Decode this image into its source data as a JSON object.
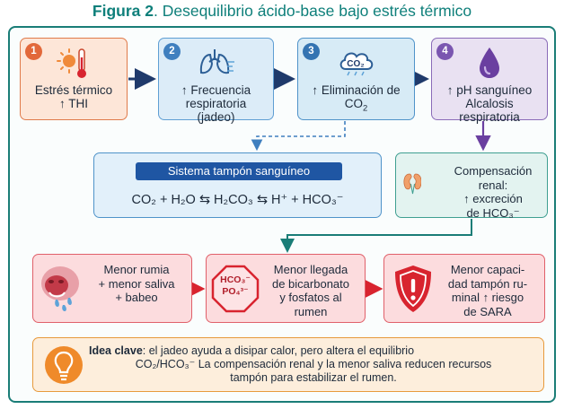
{
  "title": {
    "prefix": "Figura 2",
    "text": ". Desequilibrio ácido-base bajo estrés térmico"
  },
  "steps": [
    {
      "number": "1",
      "line1": "Estrés térmico",
      "line2": "↑ THI",
      "icon": "thermometer-sun-icon"
    },
    {
      "number": "2",
      "line1": "↑ Frecuencia",
      "line2": "respiratoria",
      "line3": "(jadeo)",
      "icon": "lungs-icon"
    },
    {
      "number": "3",
      "line1": "↑ Eliminación de",
      "line2": "CO",
      "line2_sub": "2",
      "icon": "co2-cloud-icon"
    },
    {
      "number": "4",
      "line1": "↑ pH sanguíneo",
      "line2": "Alcalosis",
      "line3": "respiratoria",
      "icon": "drop-icon"
    }
  ],
  "buffer": {
    "title": "Sistema tampón sanguíneo",
    "equation": "CO₂ + H₂O ⇆ H₂CO₃ ⇆ H⁺ + HCO₃⁻"
  },
  "renal": {
    "line1": "Compensación",
    "line2": "renal:",
    "line3": "↑ excreción",
    "line4": "de HCO₃⁻",
    "icon": "kidneys-icon"
  },
  "effects": [
    {
      "line1": "Menor rumia",
      "line2": "+ menor saliva",
      "line3": "+ babeo",
      "icon": "cow-saliva-icon"
    },
    {
      "line1": "Menor llegada",
      "line2": "de bicarbonato",
      "line3": "y fosfatos al",
      "line4": "rumen",
      "icon_line1": "HCO₃⁻",
      "icon_line2": "PO₄³⁻"
    },
    {
      "line1": "Menor capaci-",
      "line2": "dad tampón ru-",
      "line3": "minal ↑ riesgo",
      "line4": "de SARA",
      "icon": "shield-alert-icon"
    }
  ],
  "idea": {
    "label": "Idea clave",
    "line1": ": el jadeo ayuda a disipar calor, pero altera el equilibrio",
    "line2": "CO₂/HCO₃⁻ La compensación renal y la menor saliva reducen recursos",
    "line3": "tampón para estabilizar el rumen.",
    "icon": "lightbulb-icon"
  },
  "colors": {
    "accent": "#0e7f7a",
    "navy": "#1f3a6b",
    "purple": "#6a3fa0",
    "red": "#d8242f",
    "orange": "#e2683a"
  }
}
